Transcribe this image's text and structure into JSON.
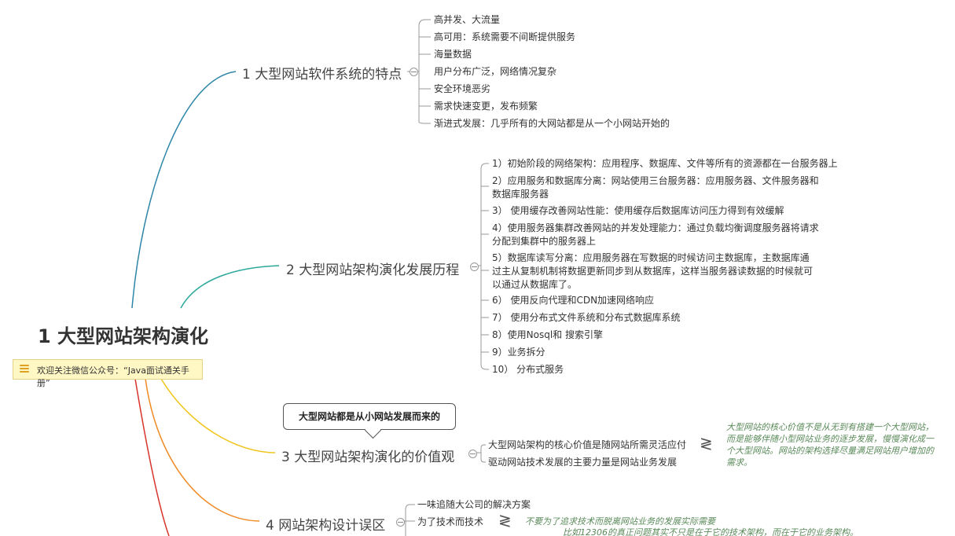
{
  "root": {
    "title": "1 大型网站架构演化"
  },
  "sticky_note": {
    "text": "欢迎关注微信公众号：“Java面试通关手册”"
  },
  "branches": [
    {
      "label": "1 大型网站软件系统的特点",
      "children": [
        "高并发、大流量",
        "高可用：系统需要不间断提供服务",
        "海量数据",
        "用户分布广泛，网络情况复杂",
        "安全环境恶劣",
        "需求快速变更，发布频繁",
        "渐进式发展：几乎所有的大网站都是从一个小网站开始的"
      ]
    },
    {
      "label": "2 大型网站架构演化发展历程",
      "children": [
        "1）初始阶段的网络架构：应用程序、数据库、文件等所有的资源都在一台服务器上",
        "2）应用服务和数据库分离：网站使用三台服务器：应用服务器、文件服务器和数据库服务器",
        "3） 使用缓存改善网站性能：使用缓存后数据库访问压力得到有效缓解",
        "4）使用服务器集群改善网站的并发处理能力：通过负载均衡调度服务器将请求分配到集群中的服务器上",
        "5）数据库读写分离：应用服务器在写数据的时候访问主数据库，主数据库通过主从复制机制将数据更新同步到从数据库，这样当服务器读数据的时候就可以通过从数据库了。",
        "6） 使用反向代理和CDN加速网络响应",
        "7） 使用分布式文件系统和分布式数据库系统",
        "8）使用Nosql和 搜索引擎",
        "9）业务拆分",
        "10） 分布式服务"
      ]
    },
    {
      "label": "3 大型网站架构演化的价值观",
      "callout": "大型网站都是从小网站发展而来的",
      "children": [
        "大型网站架构的核心价值是随网站所需灵活应付",
        "驱动网站技术发展的主要力量是网站业务发展"
      ],
      "note": "大型网站的核心价值不是从无到有搭建一个大型网站，而是能够伴随小型网站业务的逐步发展，慢慢演化成一个大型网站。网站的架构选择尽量满足网站用户增加的需求。"
    },
    {
      "label": "4 网站架构设计误区",
      "children": [
        "一味追随大公司的解决方案",
        "为了技术而技术"
      ],
      "note": "不要为了追求技术而脱离网站业务的发展实际需要",
      "note2": "比如12306的真正问题其实不只是在于它的技术架构，而在于它的业务架构。"
    }
  ],
  "colors": {
    "branch1": "#2e86a8",
    "branch2": "#2aa89a",
    "branch3": "#f0c419",
    "branch4": "#f08a24",
    "branch5": "#d9342b",
    "leaf_line": "#999999",
    "note_text": "#5a8a5a"
  }
}
